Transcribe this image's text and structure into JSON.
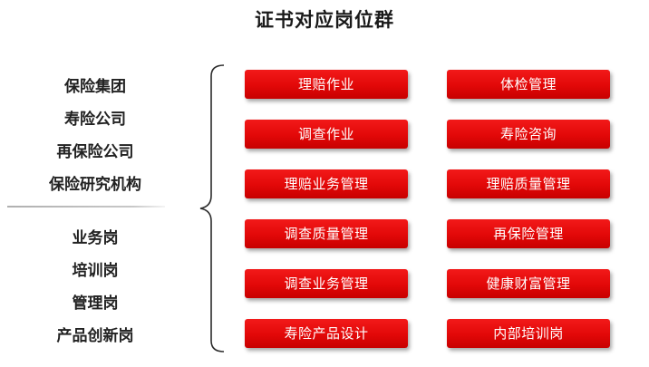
{
  "title": "证书对应岗位群",
  "organizations": [
    "保险集团",
    "寿险公司",
    "再保险公司",
    "保险研究机构"
  ],
  "roles": [
    "业务岗",
    "培训岗",
    "管理岗",
    "产品创新岗"
  ],
  "jobs": [
    "理赔作业",
    "体检管理",
    "调查作业",
    "寿险咨询",
    "理赔业务管理",
    "理赔质量管理",
    "调查质量管理",
    "再保险管理",
    "调查业务管理",
    "健康财富管理",
    "寿险产品设计",
    "内部培训岗"
  ],
  "colors": {
    "job_fill": "#e20808",
    "job_text": "#ffffff",
    "text": "#222222"
  }
}
